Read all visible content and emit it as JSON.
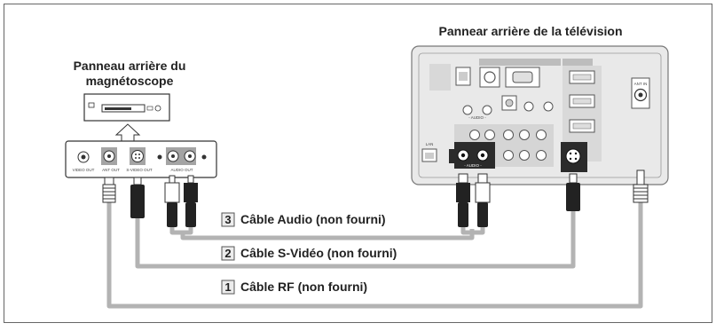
{
  "tv_panel": {
    "title": "Pannear arrière de la télévision",
    "ant_in_label": "ANT IN",
    "lan_label": "LAN",
    "audio_label": "- AUDIO -",
    "audio_label_2": "- AUDIO -"
  },
  "vcr_panel": {
    "title_line1": "Panneau arrière du",
    "title_line2": "magnétoscope",
    "ports": [
      "VIDEO OUT",
      "ANT OUT",
      "S-VIDEO OUT",
      "AUDIO OUT"
    ]
  },
  "cables": [
    {
      "number": "3",
      "label": "Câble Audio (non fourni)"
    },
    {
      "number": "2",
      "label": "Câble S-Vidéo (non fourni)"
    },
    {
      "number": "1",
      "label": "Câble RF (non fourni)"
    }
  ],
  "colors": {
    "cable": "#b3b3b3",
    "panel_bg": "#e9e9e9",
    "border": "#555555"
  }
}
